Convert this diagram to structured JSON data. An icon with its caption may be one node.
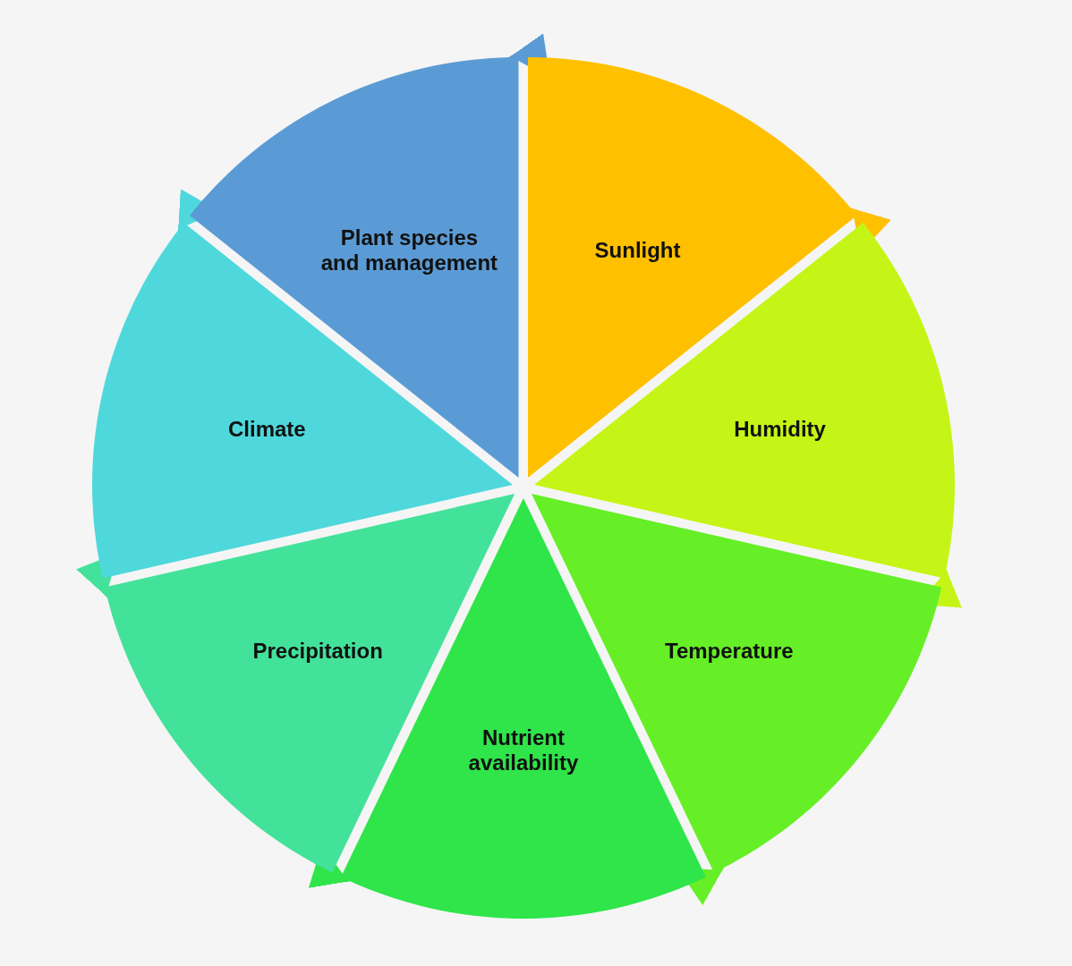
{
  "diagram": {
    "nodes": [
      {
        "text": [
          "Plant species and management"
        ]
      },
      {
        "text": [
          "Sunlight"
        ]
      },
      {
        "text": [
          "Humidity"
        ]
      },
      {
        "text": [
          "Temperature"
        ]
      },
      {
        "text": [
          "Nutrient availability"
        ]
      },
      {
        "text": [
          "Precipitation"
        ]
      },
      {
        "text": [
          "Climate"
        ]
      }
    ],
    "edges": [
      {
        "from": 0,
        "to": 1,
        "arrow": "to",
        "color": "#5b9bd5"
      },
      {
        "from": 1,
        "to": 2,
        "arrow": "to",
        "color": "#ffc000"
      },
      {
        "from": 2,
        "to": 3,
        "arrow": "to",
        "color": "#c5f516"
      },
      {
        "from": 3,
        "to": 4,
        "arrow": "to",
        "color": "#66ef26"
      },
      {
        "from": 4,
        "to": 5,
        "arrow": "to",
        "color": "#2fe54a"
      },
      {
        "from": 5,
        "to": 6,
        "arrow": "to",
        "color": "#43e29a"
      },
      {
        "from": 6,
        "to": 0,
        "arrow": "to",
        "color": "#4fd8dc"
      }
    ]
  }
}
